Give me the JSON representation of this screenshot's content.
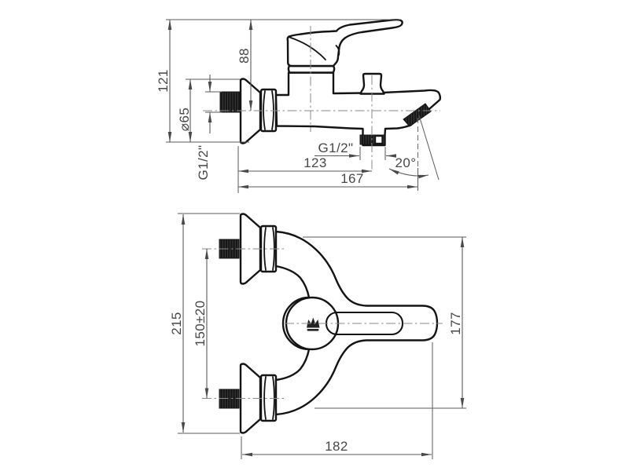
{
  "drawing": {
    "type": "technical-dimension-drawing",
    "subject": "wall-mounted bath mixer faucet",
    "colors": {
      "background": "#ffffff",
      "outline": "#141414",
      "dimension_lines": "#5a5a5a",
      "text": "#474747",
      "thread_fill": "#161616"
    },
    "views": {
      "side_view": {
        "dimensions": {
          "overall_height": "121",
          "handle_height": "88",
          "flange_diameter": "⌀65",
          "wall_thread": "G1/2\"",
          "outlet_thread": "G1/2\"",
          "outlet_offset": "123",
          "spout_reach": "167",
          "spout_angle": "20°"
        }
      },
      "front_view": {
        "dimensions": {
          "overall_height": "215",
          "connection_centers": "150±20",
          "body_height": "177",
          "overall_width": "182"
        }
      }
    }
  }
}
